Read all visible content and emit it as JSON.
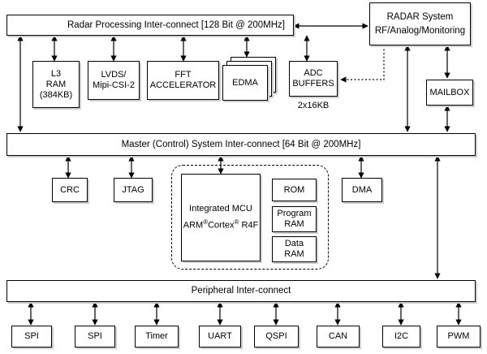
{
  "diagram": {
    "buses": {
      "radar": "Radar Processing Inter-connect [128 Bit @ 200MHz]",
      "master": "Master (Control) System Inter-connect [64 Bit @ 200MHz]",
      "peripheral": "Peripheral Inter-connect"
    },
    "radar_system": {
      "line1": "RADAR System",
      "line2": "RF/Analog/Monitoring"
    },
    "blocks": {
      "l3_ram": "L3\nRAM\n(384KB)",
      "lvds": "LVDS/\nMipi-CSI-2",
      "fft": "FFT\nACCELERATOR",
      "edma": "EDMA",
      "adc": "ADC\nBUFFERS",
      "adc_size": "2x16KB",
      "mailbox": "MAILBOX"
    },
    "control": {
      "crc": "CRC",
      "jtag": "JTAG",
      "dma": "DMA",
      "mcu_title": "Integrated MCU",
      "mcu_arm": "ARM",
      "mcu_cortex": "Cortex",
      "mcu_core": "R4F",
      "reg_mark": "®",
      "rom": "ROM",
      "program_ram": "Program\nRAM",
      "data_ram": "Data\nRAM"
    },
    "peripherals": [
      "SPI",
      "SPI",
      "Timer",
      "UART",
      "QSPI",
      "CAN",
      "I2C",
      "PWM"
    ]
  }
}
